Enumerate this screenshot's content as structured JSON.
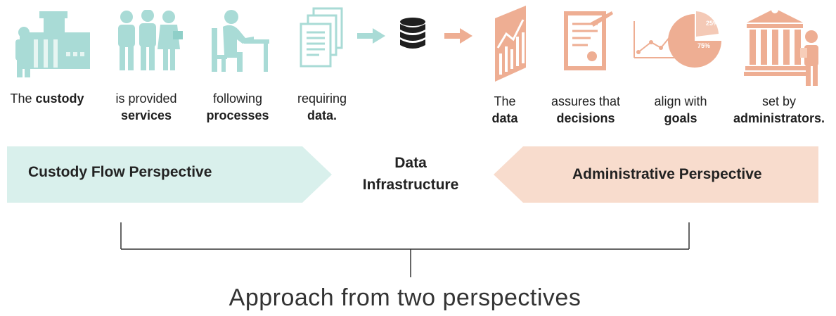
{
  "steps": [
    {
      "normal": "The",
      "bold": "custody",
      "inline": true
    },
    {
      "normal": "is provided",
      "bold": "services"
    },
    {
      "normal": "following",
      "bold": "processes"
    },
    {
      "normal": "requiring",
      "bold": "data.",
      "bold_trim_dot": true
    },
    {
      "normal": "The",
      "bold": "data"
    },
    {
      "normal": "assures that",
      "bold": "decisions"
    },
    {
      "normal": "align with",
      "bold": "goals"
    },
    {
      "normal": "set by",
      "bold": "administrators."
    }
  ],
  "pie_labels": {
    "small": "25%",
    "large": "75%"
  },
  "banners": {
    "left": "Custody Flow Perspective",
    "right": "Administrative Perspective"
  },
  "center": {
    "line1": "Data",
    "line2": "Infrastructure"
  },
  "bracket_label": "Approach from two perspectives",
  "colors": {
    "teal": "#a9dbd6",
    "teal_band": "#d9f0ec",
    "salmon": "#eeae93",
    "salmon_band": "#f8dccd",
    "dark": "#222222"
  },
  "icons": [
    "prison-icon",
    "guards-group-icon",
    "person-at-desk-icon",
    "documents-icon",
    "arrow-right-icon",
    "database-icon",
    "arrow-right-icon",
    "data-chart-icon",
    "certificate-icon",
    "trend-pie-chart-icon",
    "courthouse-icon"
  ]
}
